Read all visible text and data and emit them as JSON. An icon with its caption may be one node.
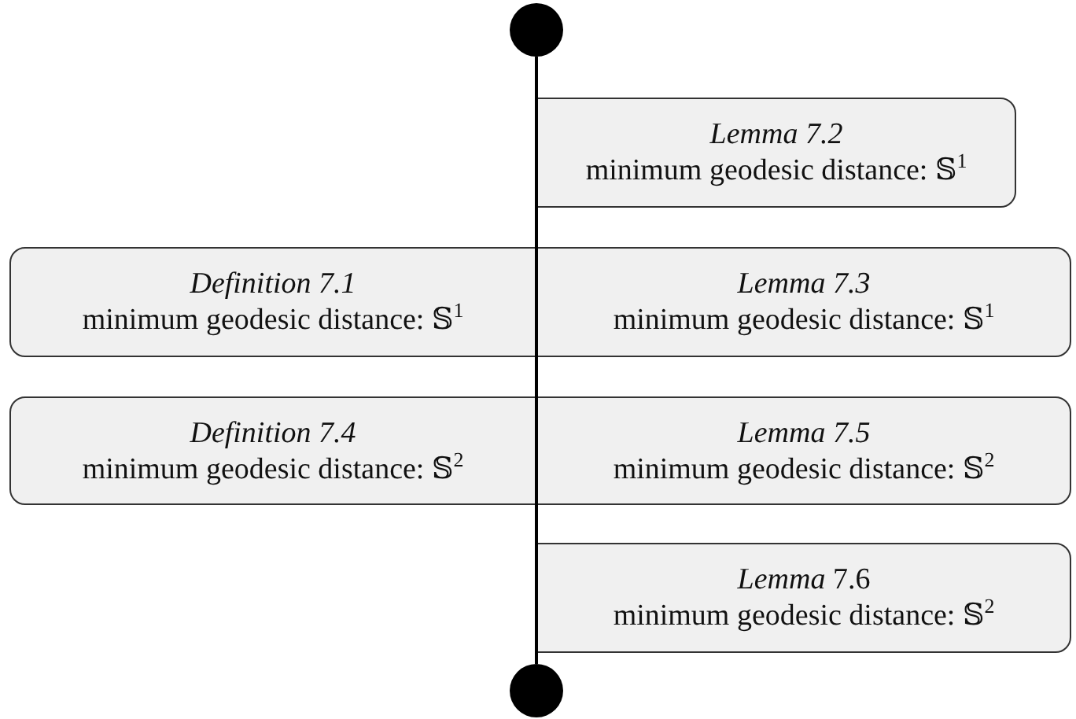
{
  "diagram": {
    "nodes": [
      {
        "text": [],
        "shape": "circle"
      },
      {
        "text": [
          "Lemma 7.2",
          "minimum geodesic distance: 𝕊$^{1}$"
        ]
      },
      {
        "text": [
          "Definition 7.1",
          "minimum geodesic distance: 𝕊$^{1}$"
        ]
      },
      {
        "text": [
          "Lemma 7.3",
          "minimum geodesic distance: 𝕊$^{1}$"
        ]
      },
      {
        "text": [
          "Definition 7.4",
          "minimum geodesic distance: 𝕊$^{2}$"
        ]
      },
      {
        "text": [
          "Lemma 7.5",
          "minimum geodesic distance: 𝕊$^{2}$"
        ]
      },
      {
        "text": [
          "*Lemma* 7.6",
          "minimum geodesic distance: 𝕊$^{2}$"
        ]
      },
      {
        "text": [],
        "shape": "circle"
      }
    ],
    "edges": [
      {
        "from": 0,
        "to": 7,
        "arrow": "none"
      }
    ]
  }
}
